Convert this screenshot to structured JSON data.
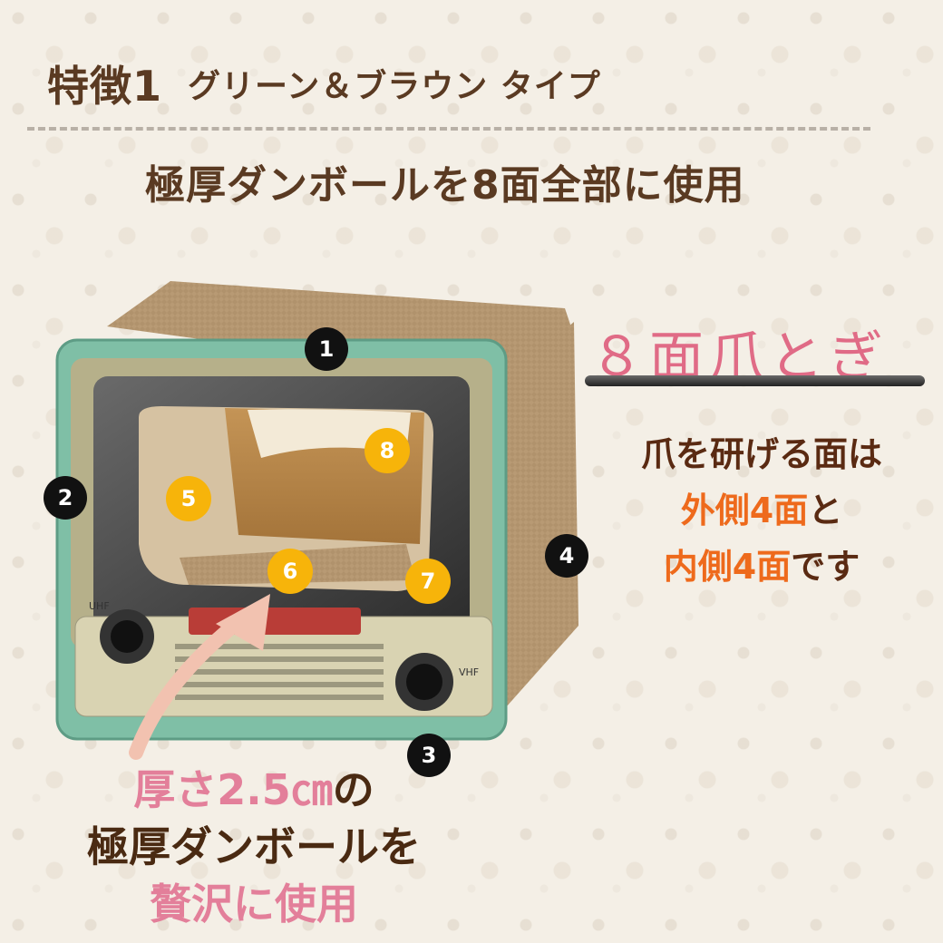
{
  "title": {
    "main": "特徴1",
    "sub": "グリーン＆ブラウン タイプ"
  },
  "headline": "極厚ダンボールを8面全部に使用",
  "right": {
    "heading": "８面爪とぎ",
    "line1": "爪を研げる面は",
    "line2_strong": "外側4面",
    "line2_tail": "と",
    "line3_strong": "内側4面",
    "line3_tail": "です"
  },
  "bottom": {
    "line1_pink": "厚さ2.5㎝",
    "line1_tail": "の",
    "line2": "極厚ダンボールを",
    "line3": "贅沢に使用"
  },
  "badges": {
    "b1": "1",
    "b2": "2",
    "b3": "3",
    "b4": "4",
    "b5": "5",
    "b6": "6",
    "b7": "7",
    "b8": "8"
  },
  "dial_labels": {
    "uhf": "UHF",
    "vhf": "VHF"
  },
  "colors": {
    "frame_green": "#7fbfa6",
    "cardboard": "#b89a74",
    "accent_pink": "#e37f9a",
    "accent_orange": "#ee6a1c",
    "text_brown": "#5a3a22",
    "badge_yellow": "#f7b40a"
  }
}
